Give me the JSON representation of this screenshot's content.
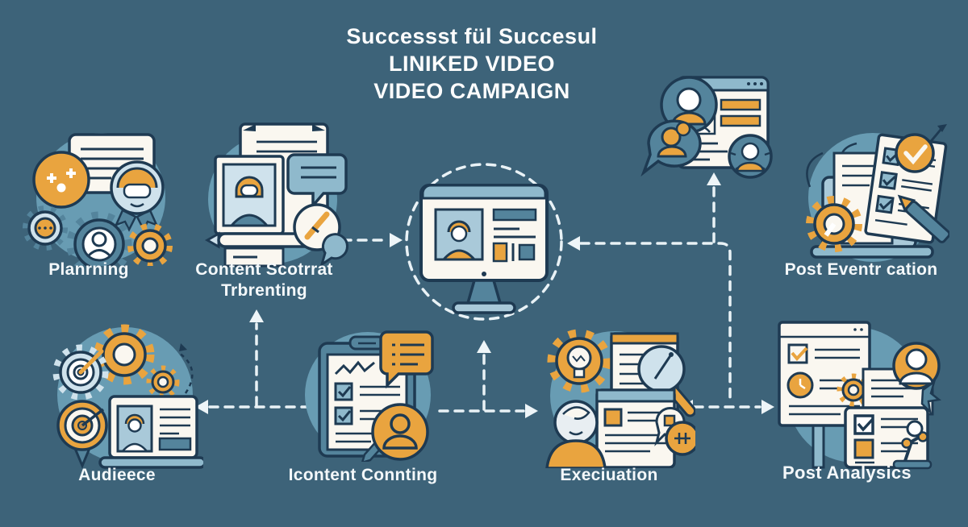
{
  "title": {
    "line1": "Successst fül Succesul",
    "line2": "LINIKED VIDEO",
    "line3": "VIDEO CAMPAIGN"
  },
  "nodes": {
    "planning": {
      "label": "Planrning",
      "icon": "planning-cluster-icon",
      "icon_parts": [
        "document-icon",
        "team-badge-icon",
        "chat-gear-icon",
        "person-gear-icon",
        "gear-icon",
        "support-person-icon"
      ]
    },
    "content_script": {
      "label_line1": "Content Scotrrat",
      "label_line2": "Trbrenting",
      "icon": "content-script-cluster-icon",
      "icon_parts": [
        "document-icon",
        "portrait-card-icon",
        "speech-bubble-icon",
        "clock-pencil-icon"
      ]
    },
    "center": {
      "icon": "video-monitor-icon",
      "icon_parts": [
        "monitor-icon",
        "presenter-thumbnail-icon"
      ]
    },
    "people_network": {
      "icon": "people-network-cluster-icon",
      "icon_parts": [
        "browser-window-icon",
        "avatar-icon",
        "dial-avatar-icon",
        "speech-bubble-person-icon"
      ]
    },
    "post_event": {
      "label": "Post Eventr cation",
      "icon": "post-event-cluster-icon",
      "icon_parts": [
        "laptop-icon",
        "checklist-icon",
        "check-badge-icon",
        "gear-icon",
        "pencil-icon"
      ]
    },
    "audience": {
      "label": "Audieece",
      "icon": "audience-cluster-icon",
      "icon_parts": [
        "gear-icon",
        "target-gear-icon",
        "bullseye-icon",
        "laptop-profile-icon"
      ]
    },
    "content_counting": {
      "label": "Icontent Connting",
      "icon": "content-counting-cluster-icon",
      "icon_parts": [
        "clipboard-checklist-icon",
        "chart-zigzag-icon",
        "list-bubble-icon",
        "person-badge-icon",
        "pencil-icon"
      ]
    },
    "execution": {
      "label": "Execiuation",
      "icon": "execution-cluster-icon",
      "icon_parts": [
        "idea-gear-bulb-icon",
        "document-icon",
        "magnifier-icon",
        "presenter-person-icon",
        "plug-badge-icon"
      ]
    },
    "post_analytics": {
      "label": "Post Analysics",
      "icon": "post-analytics-cluster-icon",
      "icon_parts": [
        "signboard-checklist-icon",
        "report-document-icon",
        "avatar-badge-icon",
        "microscope-icon",
        "gear-icon"
      ]
    }
  },
  "flow": [
    {
      "from": "content_script",
      "to": "center"
    },
    {
      "from": "right_rail",
      "to": "center"
    },
    {
      "from": "right_rail",
      "to": "people_network"
    },
    {
      "from": "audience",
      "to": "content_counting",
      "bidirectional": true
    },
    {
      "from": "audience_counting_link",
      "to": "content_script"
    },
    {
      "from": "content_counting",
      "to": "execution"
    },
    {
      "from": "execution_link",
      "to": "center"
    },
    {
      "from": "execution",
      "to": "post_analytics",
      "bidirectional": true
    }
  ],
  "colors": {
    "background": "#3d6379",
    "cluster_circle": "#689cb3",
    "outline_navy": "#1e3a52",
    "accent_orange": "#e9a43f",
    "paper": "#faf7f0",
    "steel_blue": "#54849c",
    "light_blue": "#a9c9d9",
    "bubble_blue": "#8fb9cc",
    "arrow": "#e9f2f6",
    "text": "#fdfdfd"
  }
}
